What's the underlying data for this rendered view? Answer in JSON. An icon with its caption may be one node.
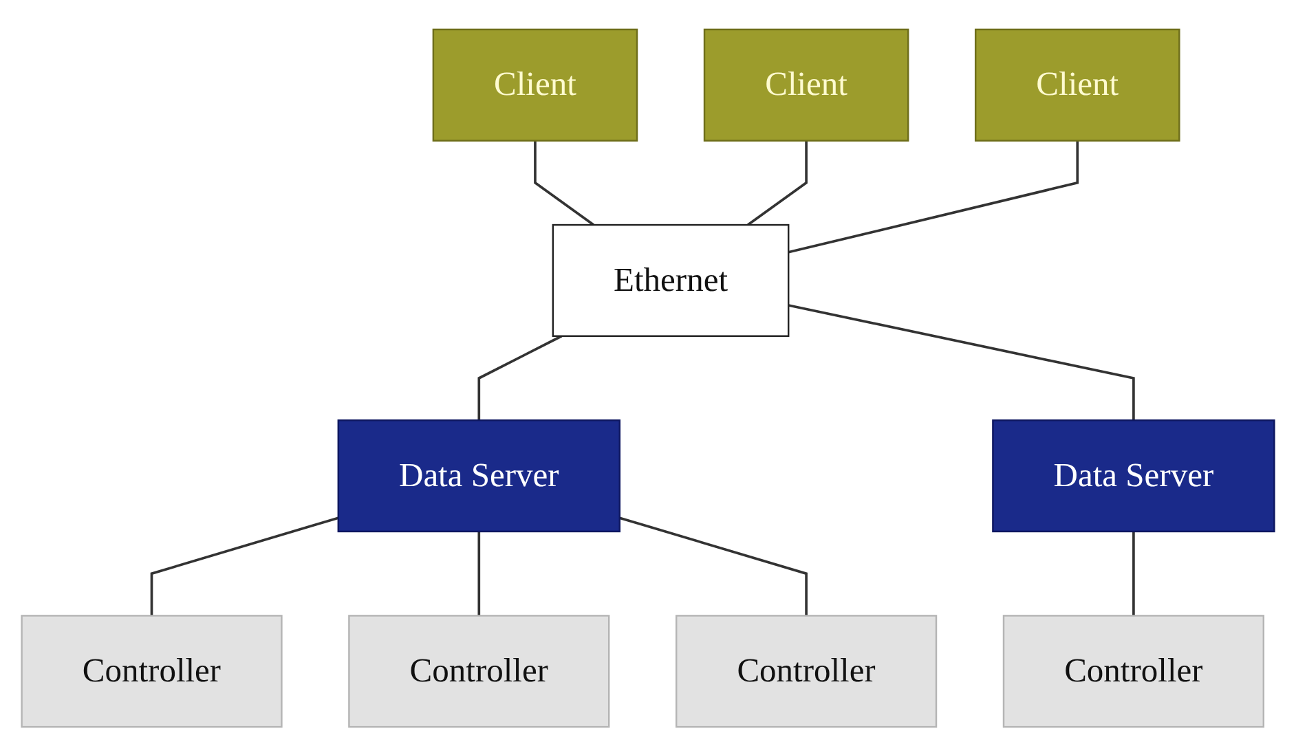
{
  "diagram": {
    "nodes": [
      {
        "text": [
          "Client"
        ]
      },
      {
        "text": [
          "Client"
        ]
      },
      {
        "text": [
          "Client"
        ]
      },
      {
        "text": [
          "Ethernet"
        ]
      },
      {
        "text": [
          "Data Server"
        ]
      },
      {
        "text": [
          "Data Server"
        ]
      },
      {
        "text": [
          "Controller"
        ]
      },
      {
        "text": [
          "Controller"
        ]
      },
      {
        "text": [
          "Controller"
        ]
      },
      {
        "text": [
          "Controller"
        ]
      }
    ],
    "edges": [
      {
        "from": 0,
        "to": 3,
        "arrow": "none"
      },
      {
        "from": 1,
        "to": 3,
        "arrow": "none"
      },
      {
        "from": 2,
        "to": 3,
        "arrow": "none"
      },
      {
        "from": 3,
        "to": 4,
        "arrow": "none"
      },
      {
        "from": 3,
        "to": 5,
        "arrow": "none"
      },
      {
        "from": 4,
        "to": 6,
        "arrow": "none"
      },
      {
        "from": 4,
        "to": 7,
        "arrow": "none"
      },
      {
        "from": 4,
        "to": 8,
        "arrow": "none"
      },
      {
        "from": 5,
        "to": 9,
        "arrow": "none"
      }
    ]
  }
}
